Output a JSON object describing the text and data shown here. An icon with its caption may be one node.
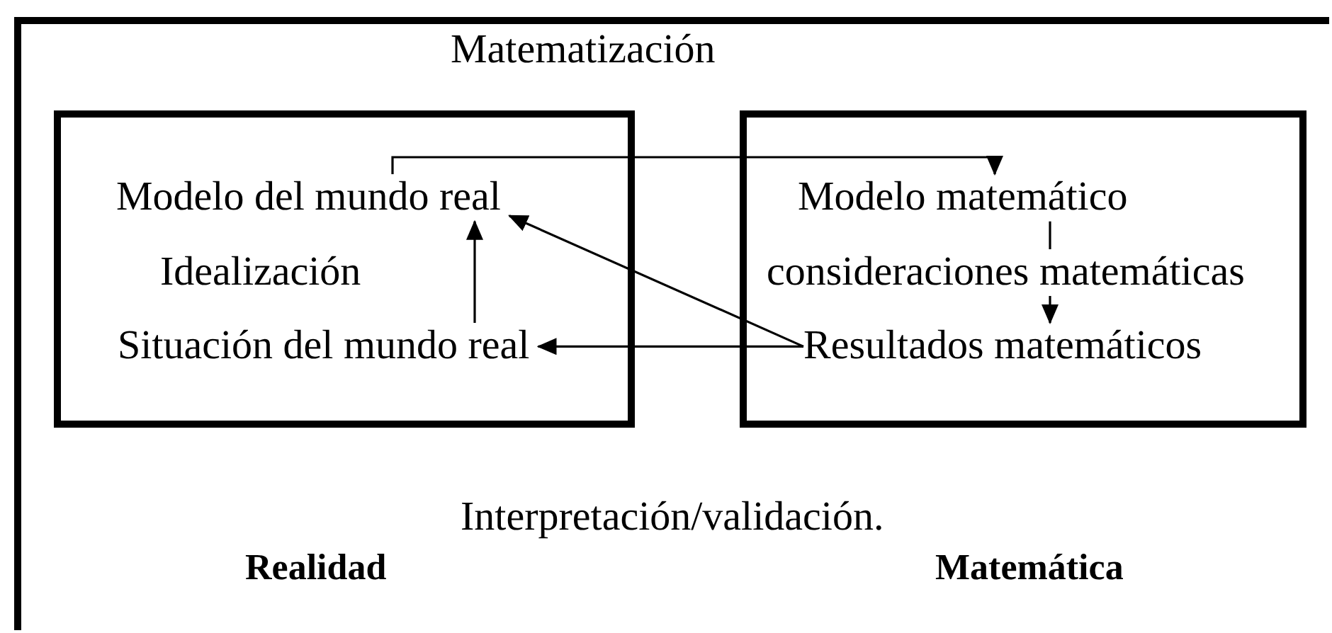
{
  "diagram": {
    "nodes": [
      {
        "text": [],
        "shape": "box"
      },
      {
        "text": [],
        "shape": "box",
        "in": 0,
        "beside": [
          "Realidad"
        ]
      },
      {
        "text": [
          "Modelo del mundo real"
        ],
        "in": 1
      },
      {
        "text": [
          "Situación del mundo real"
        ],
        "in": 1
      },
      {
        "text": [],
        "shape": "box",
        "in": 0,
        "beside": [
          "Matemática"
        ]
      },
      {
        "text": [
          "Modelo matemático"
        ],
        "in": 4
      },
      {
        "text": [
          "Resultados matemáticos"
        ],
        "in": 4
      }
    ],
    "edges": [
      {
        "from": 2,
        "to": 5,
        "arrow": "to",
        "label": "Matematización"
      },
      {
        "from": 3,
        "to": 2,
        "arrow": "to",
        "label": "Idealización"
      },
      {
        "from": 5,
        "to": 6,
        "arrow": "to",
        "label": "consideraciones matemáticas"
      },
      {
        "from": 6,
        "to": 2,
        "arrow": "to",
        "label": "Interpretación/validación."
      },
      {
        "from": 6,
        "to": 3,
        "arrow": "to"
      }
    ]
  }
}
